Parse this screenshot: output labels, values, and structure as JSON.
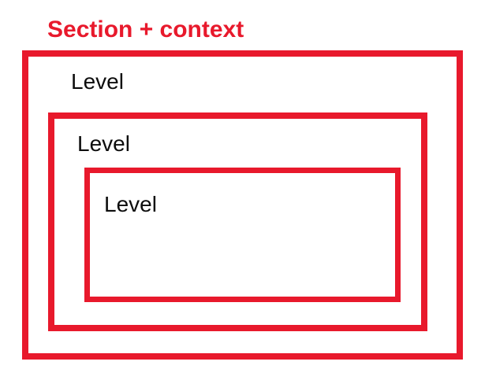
{
  "diagram": {
    "title": "Section + context",
    "boxes": [
      {
        "depth": 1,
        "label": "Level"
      },
      {
        "depth": 2,
        "label": "Level"
      },
      {
        "depth": 3,
        "label": "Level"
      }
    ],
    "colors": {
      "border_red": "#e8192c",
      "title_red": "#e8192c",
      "label_ink": "#0d0d0d",
      "background": "#ffffff"
    }
  }
}
